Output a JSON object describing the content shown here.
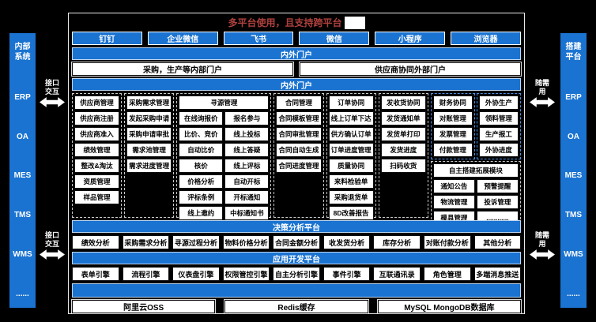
{
  "header": {
    "title": "多平台使用，且支持跨平台",
    "platforms": [
      "钉钉",
      "企业微信",
      "飞书",
      "微信",
      "小程序",
      "浏览器"
    ]
  },
  "bars": {
    "portal_top": "内外门户",
    "portal_main": "内外门户",
    "decision": "决策分析平台",
    "app_dev": "应用开发平台",
    "storage": ""
  },
  "portals": [
    "采购，生产等内部门户",
    "供应商协同外部门户"
  ],
  "sidebars": {
    "left": {
      "title": "内部系统",
      "items": [
        "ERP",
        "OA",
        "MES",
        "TMS",
        "WMS",
        "......"
      ],
      "connector_label": "接口交互"
    },
    "right": {
      "title": "搭建平台",
      "items": [
        "ERP",
        "OA",
        "MES",
        "TMS",
        "WMS",
        "......"
      ],
      "connector_label": "随需用"
    }
  },
  "modules": {
    "supplier": {
      "header": "供应商管理",
      "items": [
        "供应商注册",
        "供应商准入",
        "绩效管理",
        "整改&淘汰",
        "资质管理",
        "样品管理"
      ]
    },
    "demand": {
      "header": "采购需求管理",
      "items": [
        "发起采购申请",
        "采购申请审批",
        "需求池管理",
        "需求进度管理"
      ]
    },
    "sourcing": {
      "header": "寻源管理",
      "items": [
        "在线询报价",
        "报名参与",
        "比价、竞价",
        "线上投标",
        "自动比价",
        "线上答疑",
        "核价",
        "线上评标",
        "价格分析",
        "自动开标",
        "评标条例",
        "开标通知",
        "线上邀约",
        "中标通知书"
      ]
    },
    "contract": {
      "header": "合同管理",
      "items": [
        "合同模板管理",
        "合同审批管理",
        "合同自动生成",
        "合同进度管理"
      ]
    },
    "order": {
      "header": "订单协同",
      "items": [
        "线上订单下达",
        "供方确认订单",
        "订单进度管理",
        "质量协同",
        "来料检验单",
        "采购退货单",
        "8D改善报告"
      ]
    },
    "shipping": {
      "header": "发收货协同",
      "items": [
        "发货通知单",
        "发货单打印",
        "发货进度",
        "扫码收货"
      ]
    },
    "finance": {
      "header": "财务协同",
      "items": [
        "对账管理",
        "发票管理",
        "付款管理"
      ]
    },
    "outsourcing": {
      "header": "外协生产",
      "items": [
        "领料管理",
        "生产报工",
        "外协进度"
      ]
    },
    "extension": {
      "header": "自主搭建拓展模块",
      "items": [
        "通知公告",
        "预警提醒",
        "物流管理",
        "投诉管理",
        "模具管理",
        "............"
      ]
    }
  },
  "analysis": [
    "绩效分析",
    "采购需求分析",
    "寻源过程分析",
    "物料价格分析",
    "合同金额分析",
    "收发货分析",
    "库存分析",
    "对账付款分析",
    "其他分析"
  ],
  "engines": [
    "表单引擎",
    "流程引擎",
    "仪表盘引擎",
    "权限管控引擎",
    "自主分析引擎",
    "事件引擎",
    "互联通讯录",
    "角色管理",
    "多端消息推送"
  ],
  "storage": [
    "阿里云OSS",
    "Redis缓存",
    "MySQL MongoDB数据库"
  ]
}
